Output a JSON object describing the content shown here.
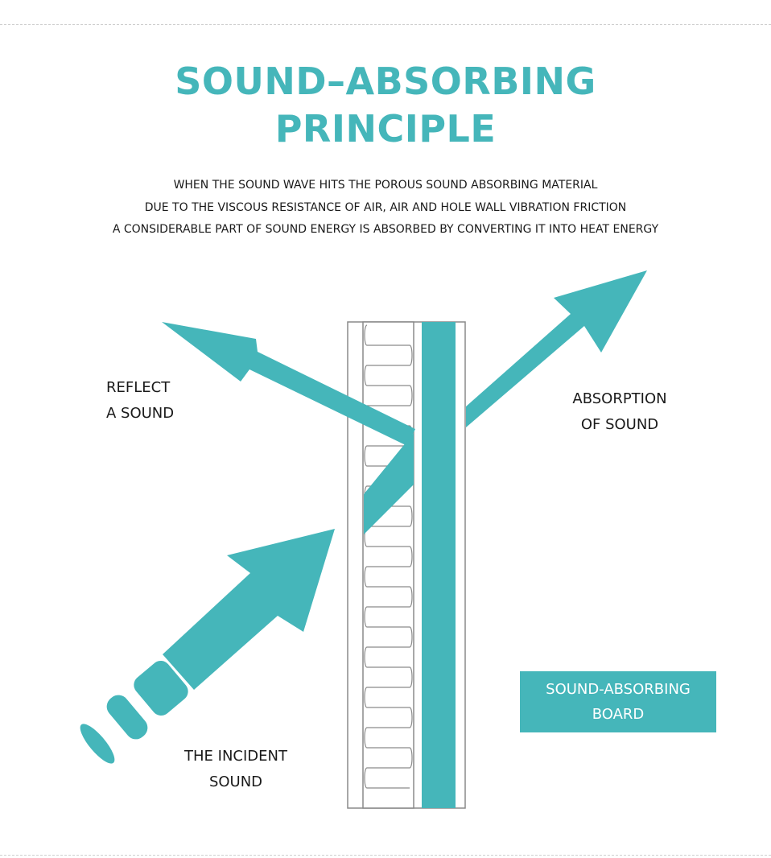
{
  "title": {
    "line1": "SOUND–ABSORBING",
    "line2": "PRINCIPLE"
  },
  "description": {
    "line1": "WHEN THE SOUND WAVE HITS THE POROUS SOUND ABSORBING MATERIAL",
    "line2": "DUE TO THE VISCOUS RESISTANCE OF AIR, AIR AND HOLE WALL VIBRATION FRICTION",
    "line3": "A CONSIDERABLE PART OF SOUND ENERGY IS ABSORBED BY CONVERTING IT INTO HEAT ENERGY"
  },
  "labels": {
    "reflect": {
      "line1": "REFLECT",
      "line2": "A SOUND"
    },
    "absorption": {
      "line1": "ABSORPTION",
      "line2": "OF SOUND"
    },
    "incident": {
      "line1": "THE INCIDENT",
      "line2": "SOUND"
    }
  },
  "board": {
    "line1": "SOUND-ABSORBING",
    "line2": "BOARD"
  },
  "colors": {
    "accent": "#45b6ba",
    "text": "#1a1a1a",
    "outline": "#8a8a8a"
  }
}
